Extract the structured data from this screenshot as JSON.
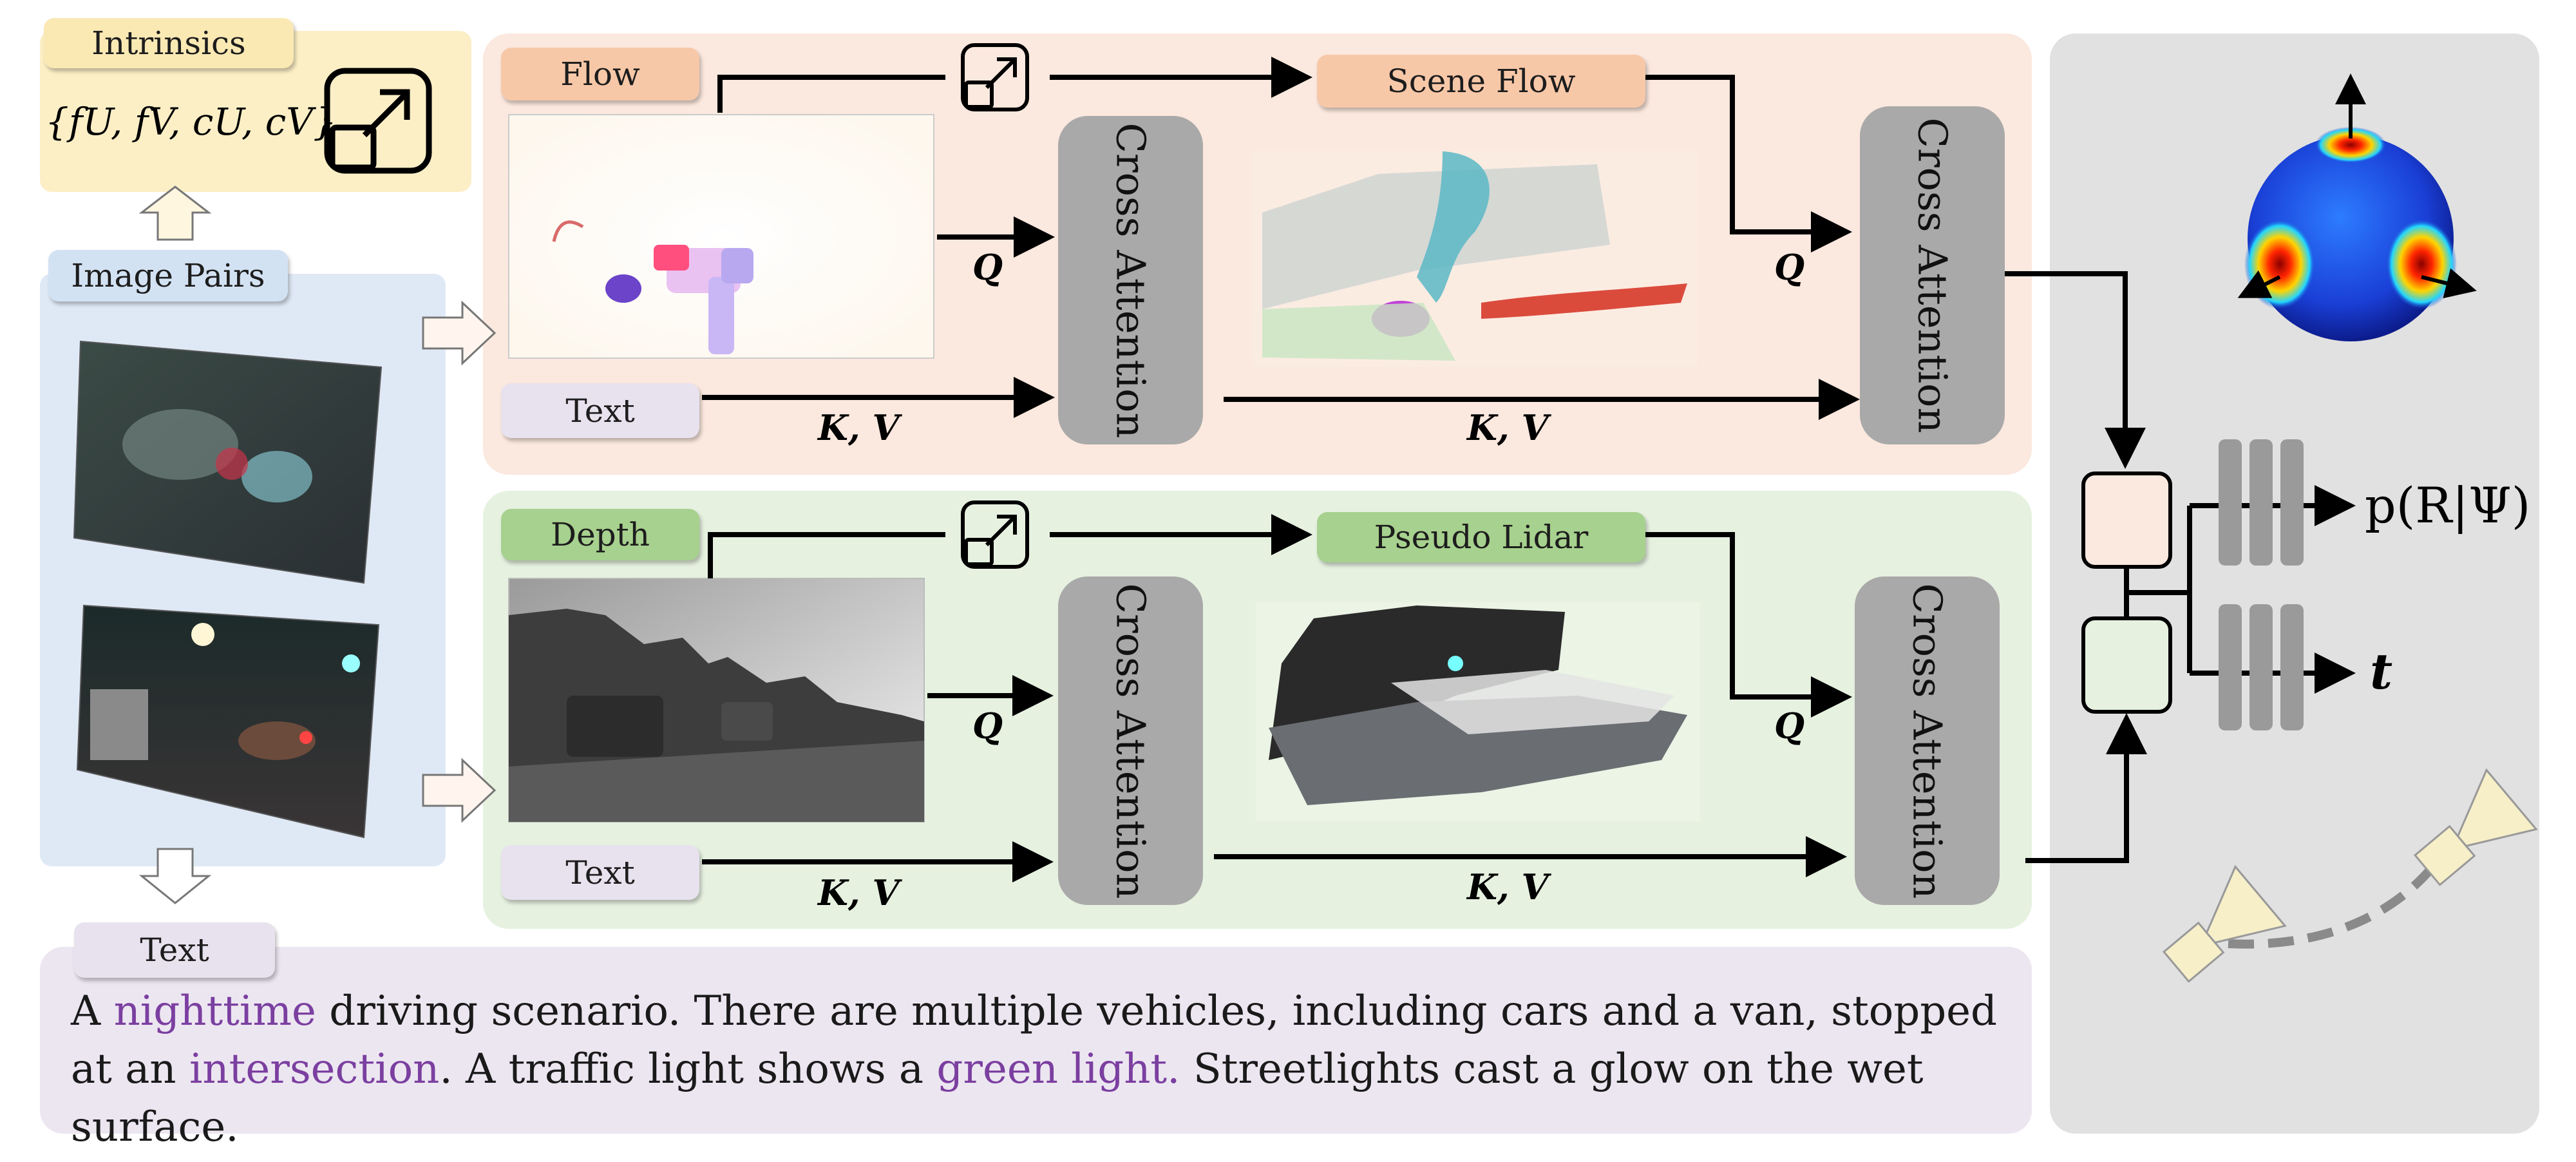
{
  "labels": {
    "intrinsics": "Intrinsics",
    "image_pairs": "Image Pairs",
    "flow": "Flow",
    "scene_flow": "Scene Flow",
    "depth": "Depth",
    "pseudo_lidar": "Pseudo Lidar",
    "text_top": "Text",
    "text_mid": "Text",
    "text_bottom": "Text",
    "cross_attention_1": "Cross Attention",
    "cross_attention_2": "Cross Attention",
    "cross_attention_3": "Cross Attention",
    "cross_attention_4": "Cross Attention"
  },
  "math": {
    "intrinsics": "{fU, fV, cU, cV}",
    "q": "Q",
    "kv": "K, V",
    "rotation_output": "p(R|Ψ)",
    "translation_output": "t"
  },
  "caption": {
    "part1": "A ",
    "hl1": "nighttime",
    "part2": " driving scenario. There are multiple vehicles, including cars and a van, stopped at an ",
    "hl2": "intersection",
    "part3": ". A traffic light shows a ",
    "hl3": "green light.",
    "part4": " Streetlights cast a glow on the wet surface."
  },
  "colors": {
    "intrinsics_panel": "#fcefc6",
    "image_panel": "#dfe9f6",
    "flow_panel": "#fbe8de",
    "depth_panel": "#e6f1e0",
    "caption_panel": "#ece6f1",
    "output_panel": "#e1e1e1",
    "flow_label": "#f7c8a8",
    "depth_label": "#a7d18e",
    "text_label": "#e8e2ef",
    "cross_attention": "#a9a9a9",
    "highlight_text": "#7b3fa0"
  }
}
